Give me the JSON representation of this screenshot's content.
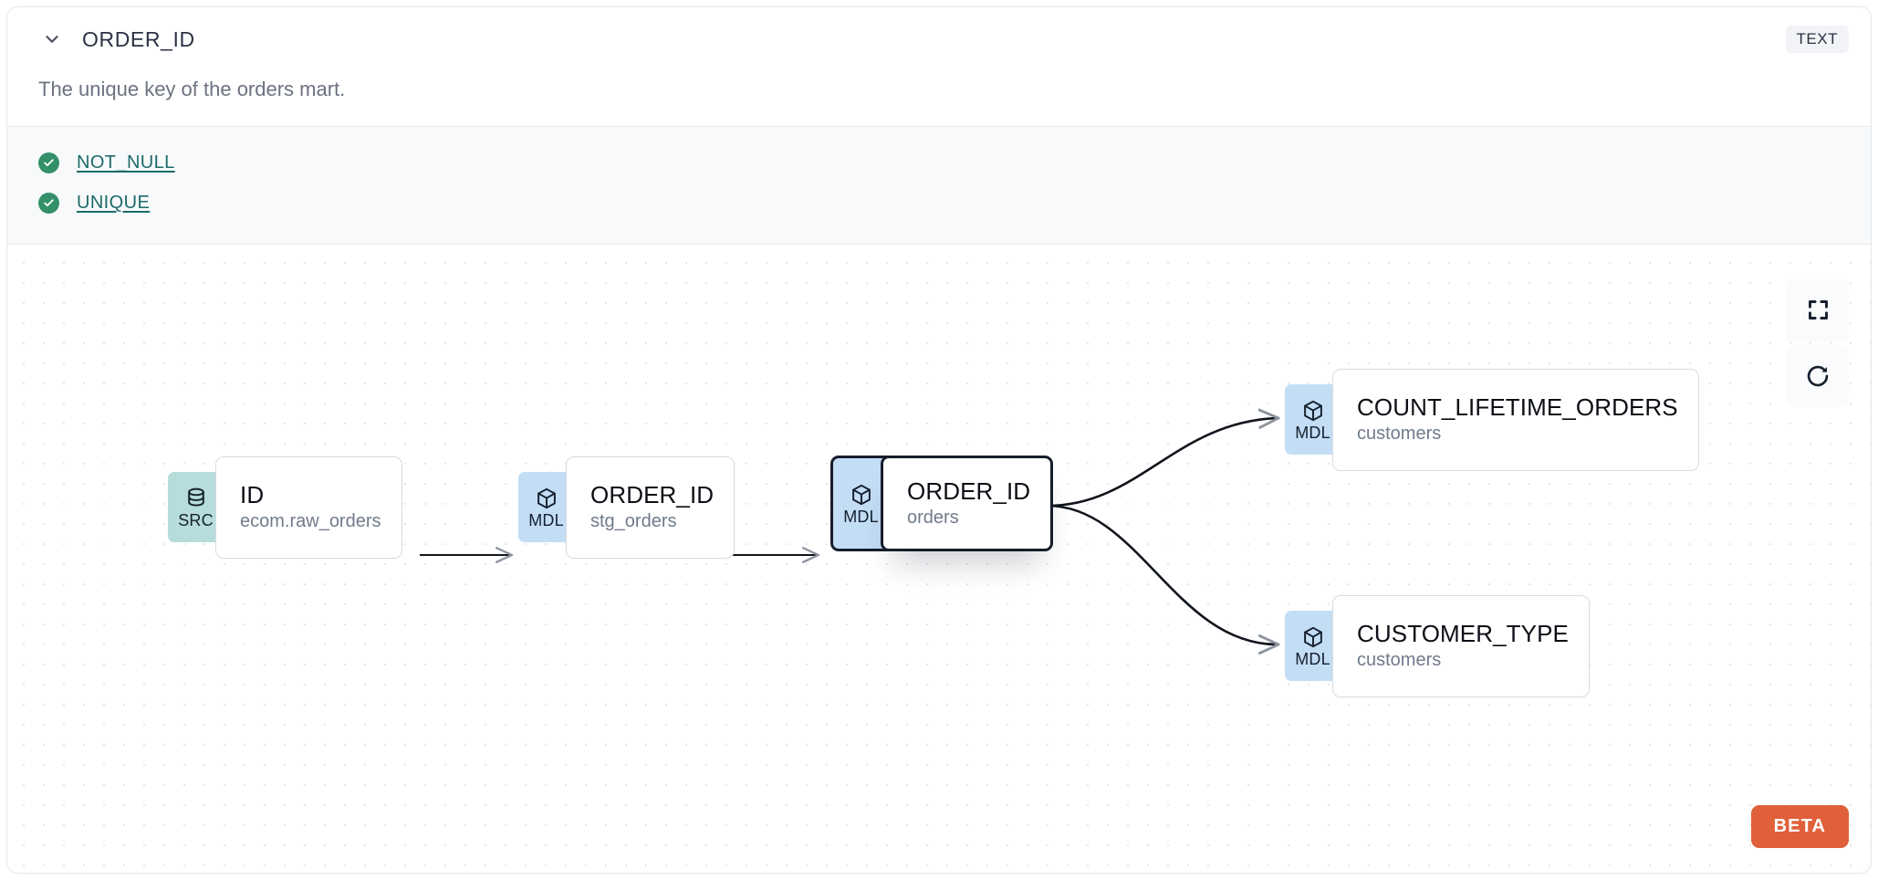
{
  "header": {
    "collapse_icon": "chevron-down-icon",
    "column_name": "ORDER_ID",
    "data_type_badge": "TEXT"
  },
  "description": "The unique key of the orders mart.",
  "tests": {
    "items": [
      {
        "status_icon": "check-circle-icon",
        "label": "NOT_NULL",
        "status": "passed"
      },
      {
        "status_icon": "check-circle-icon",
        "label": "UNIQUE",
        "status": "passed"
      }
    ]
  },
  "lineage": {
    "nodes": [
      {
        "id": "src-id",
        "badge": "SRC",
        "badge_icon": "database-icon",
        "name": "ID",
        "resource": "ecom.raw_orders",
        "selected": false
      },
      {
        "id": "stg-order-id",
        "badge": "MDL",
        "badge_icon": "cube-icon",
        "name": "ORDER_ID",
        "resource": "stg_orders",
        "selected": false
      },
      {
        "id": "orders-order-id",
        "badge": "MDL",
        "badge_icon": "cube-icon",
        "name": "ORDER_ID",
        "resource": "orders",
        "selected": true
      },
      {
        "id": "count-lifetime",
        "badge": "MDL",
        "badge_icon": "cube-icon",
        "name": "COUNT_LIFETIME_ORDERS",
        "resource": "customers",
        "selected": false
      },
      {
        "id": "customer-type",
        "badge": "MDL",
        "badge_icon": "cube-icon",
        "name": "CUSTOMER_TYPE",
        "resource": "customers",
        "selected": false
      }
    ],
    "edges": [
      {
        "from": "src-id",
        "to": "stg-order-id"
      },
      {
        "from": "stg-order-id",
        "to": "orders-order-id"
      },
      {
        "from": "orders-order-id",
        "to": "count-lifetime"
      },
      {
        "from": "orders-order-id",
        "to": "customer-type"
      }
    ],
    "controls": [
      {
        "name": "fit-view-button",
        "icon": "fullscreen-icon"
      },
      {
        "name": "refresh-button",
        "icon": "refresh-icon"
      }
    ],
    "beta_label": "BETA"
  },
  "colors": {
    "src_badge": "#b7dcdc",
    "mdl_badge": "#c3ddf5",
    "test_pass": "#339069",
    "test_link": "#1f6a6a",
    "beta": "#e0603a",
    "selected_border": "#171d2c"
  }
}
